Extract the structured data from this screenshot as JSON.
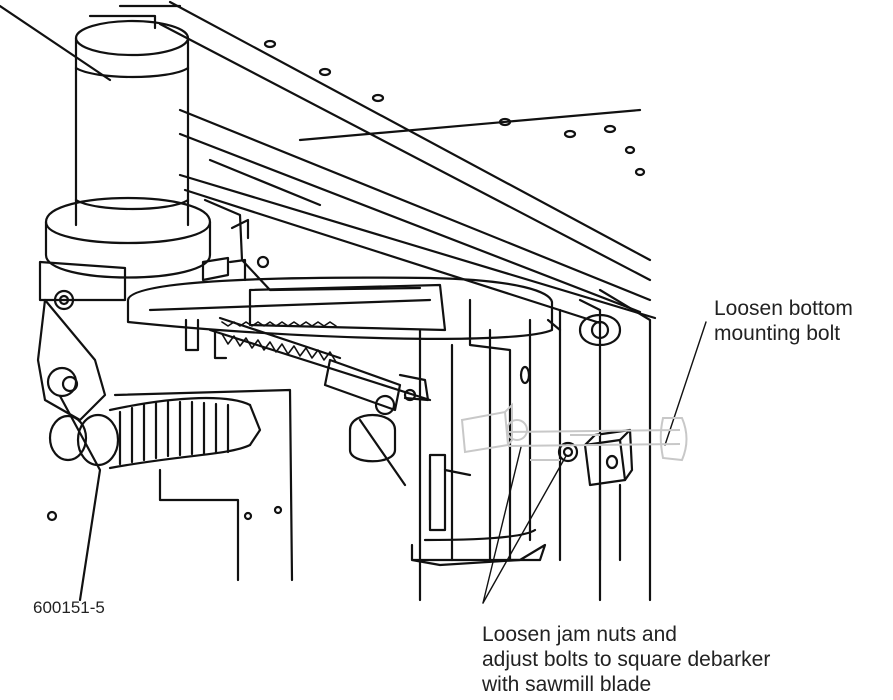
{
  "figure": {
    "id": "600151-5",
    "ink_color": "#111111",
    "ghost_color": "#c8c8c8"
  },
  "callouts": {
    "bottom_bolt": {
      "line1": "Loosen bottom",
      "line2": "mounting bolt"
    },
    "jam_nuts": {
      "line1": "Loosen jam nuts and",
      "line2": "adjust bolts to square debarker",
      "line3": "with sawmill blade"
    }
  }
}
